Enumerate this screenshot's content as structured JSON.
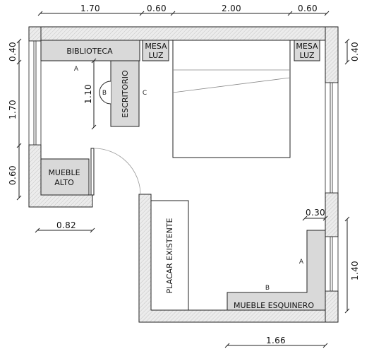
{
  "dimensions": {
    "top_1": "1.70",
    "top_2": "0.60",
    "top_3": "2.00",
    "top_4": "0.60",
    "left_1": "0.40",
    "left_2": "1.70",
    "left_3": "0.60",
    "right_top": "0.40",
    "right_bottom": "1.40",
    "inner_escritorio": "1.10",
    "bottom_left": "0.82",
    "bottom_right": "1.66",
    "corner_gap": "0.30"
  },
  "furniture": {
    "biblioteca": "BIBLIOTECA",
    "escritorio": "ESCRITORIO",
    "mesa_luz_left_1": "MESA",
    "mesa_luz_left_2": "LUZ",
    "mesa_luz_right_1": "MESA",
    "mesa_luz_right_2": "LUZ",
    "mueble_alto_1": "MUEBLE",
    "mueble_alto_2": "ALTO",
    "placar": "PLACAR EXISTENTE",
    "mueble_esquinero": "MUEBLE ESQUINERO"
  },
  "markers": {
    "a_top": "A",
    "b_top": "B",
    "c_top": "C",
    "a_bottom": "A",
    "b_bottom": "B"
  },
  "colors": {
    "wall_fill": "#e6e6e6",
    "furniture_fill": "#d9d9d9",
    "line": "#222222"
  }
}
